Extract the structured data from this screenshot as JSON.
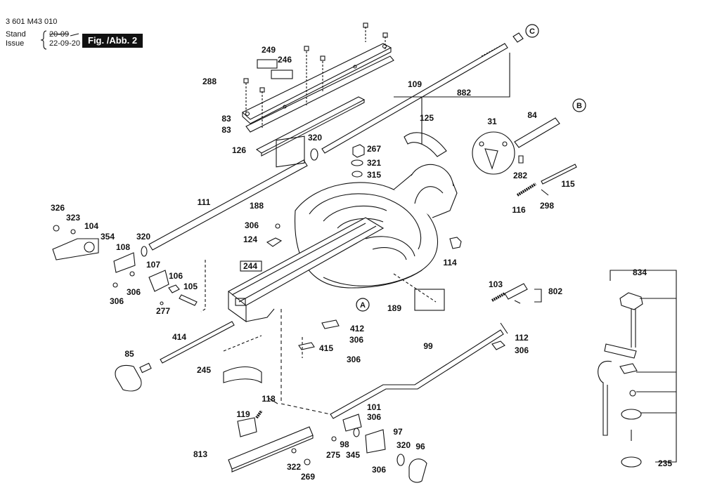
{
  "header": {
    "doc_number": "3 601 M43 010",
    "stand_label": "Stand",
    "stand_date": "20-09",
    "issue_label": "Issue",
    "issue_date": "22-09-20",
    "figure_label": "Fig. /Abb. 2"
  },
  "circle_markers": [
    "A",
    "B",
    "C"
  ],
  "parts": [
    "249",
    "246",
    "288",
    "83",
    "83",
    "320",
    "126",
    "267",
    "321",
    "315",
    "109",
    "882",
    "125",
    "31",
    "84",
    "282",
    "115",
    "116",
    "298",
    "111",
    "188",
    "306",
    "124",
    "114",
    "326",
    "323",
    "104",
    "354",
    "320",
    "108",
    "107",
    "106",
    "105",
    "306",
    "306",
    "277",
    "244",
    "103",
    "802",
    "189",
    "412",
    "306",
    "415",
    "306",
    "112",
    "306",
    "99",
    "85",
    "414",
    "245",
    "834",
    "118",
    "119",
    "813",
    "101",
    "306",
    "97",
    "98",
    "275",
    "345",
    "320",
    "96",
    "306",
    "322",
    "269",
    "235"
  ],
  "colors": {
    "ink": "#111111",
    "background": "#ffffff",
    "badge": "#111111"
  }
}
